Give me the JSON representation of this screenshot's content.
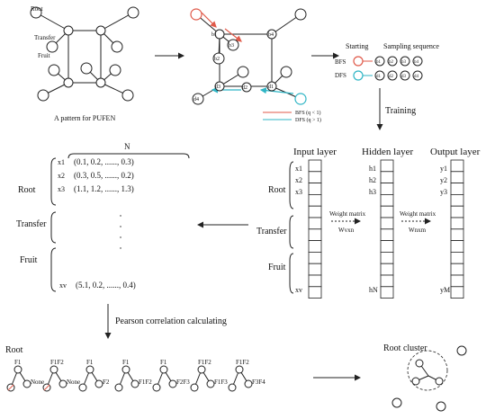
{
  "pattern": {
    "root_label": "Root",
    "transfer_label": "Transfer",
    "fruit_label": "Fruit",
    "caption": "A pattern for PUFEN"
  },
  "walk_nodes": [
    "b1",
    "b2",
    "b3",
    "b4",
    "d1",
    "d2",
    "d3",
    "d4"
  ],
  "legend": {
    "starting": "Starting",
    "sampling_sequence": "Sampling sequence",
    "bfs": "BFS",
    "dfs": "DFS",
    "bfs_seq": [
      "b1",
      "b2",
      "b3",
      "b4"
    ],
    "dfs_seq": [
      "d1",
      "d2",
      "d3",
      "d4"
    ],
    "bfs_arrow": "BFS (q < 1)",
    "dfs_arrow": "DFS (q > 1)",
    "colors": {
      "bfs": "#e05a4a",
      "dfs": "#2fb5c5"
    }
  },
  "training_label": "Training",
  "network": {
    "input_title": "Input layer",
    "hidden_title": "Hidden layer",
    "output_title": "Output layer",
    "input_labels": [
      "x1",
      "x2",
      "x3",
      "xv"
    ],
    "hidden_labels": [
      "h1",
      "h2",
      "h3",
      "hN"
    ],
    "output_labels": [
      "y1",
      "y2",
      "y3",
      "yM"
    ],
    "side_labels": [
      "Root",
      "Transfer",
      "Fruit"
    ],
    "weight1": "Weight matrix",
    "weight1_sub": "Wvxn",
    "weight2": "Weight matrix",
    "weight2_sub": "Wnxm"
  },
  "matrix": {
    "n_label": "N",
    "rows": [
      {
        "label": "x1",
        "value": "(0.1, 0.2, ......, 0.3)"
      },
      {
        "label": "x2",
        "value": "(0.3, 0.5, ......, 0.2)"
      },
      {
        "label": "x3",
        "value": "(1.1, 1.2, ......, 1.3)"
      },
      {
        "label": "xv",
        "value": "(5.1, 0.2, ......, 0.4)"
      }
    ],
    "groups": [
      "Root",
      "Transfer",
      "Fruit"
    ]
  },
  "pearson_label": "Pearson correlation calculating",
  "bottom": {
    "root_label": "Root",
    "trees": [
      {
        "top": "F1",
        "right": "None"
      },
      {
        "top": "F1F2",
        "right": "None"
      },
      {
        "top": "F1",
        "right": "F2"
      },
      {
        "top": "F1",
        "right": "F1F2"
      },
      {
        "top": "F1",
        "right": "F2F3"
      },
      {
        "top": "F1F2",
        "right": "F1F3"
      },
      {
        "top": "F1F2",
        "right": "F3F4"
      }
    ],
    "cluster_label": "Root cluster"
  }
}
